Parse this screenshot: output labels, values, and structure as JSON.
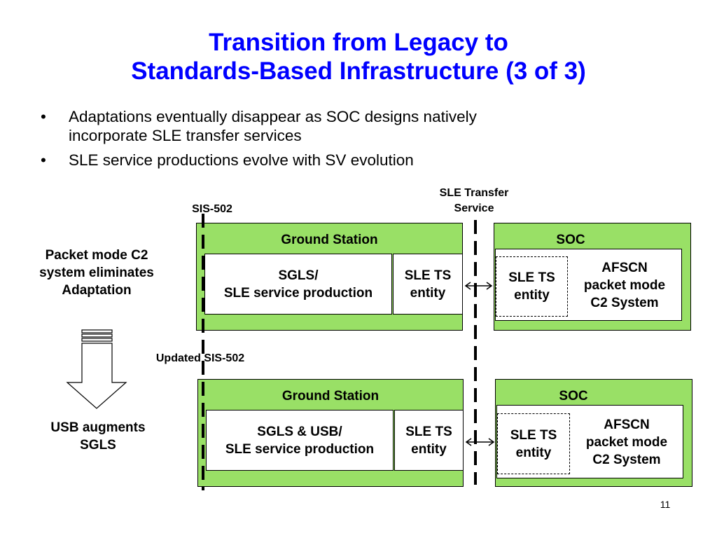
{
  "colors": {
    "title": "#0000ff",
    "panel_green": "#99e066",
    "box_white": "#ffffff"
  },
  "title": {
    "line1": "Transition from Legacy to",
    "line2": "Standards-Based Infrastructure (3 of 3)"
  },
  "bullets": [
    {
      "dot": "•",
      "text_line1": "Adaptations eventually disappear as SOC designs natively",
      "text_line2": "incorporate SLE transfer services"
    },
    {
      "dot": "•",
      "text_line1": "SLE service productions evolve with SV evolution",
      "text_line2": ""
    }
  ],
  "labels": {
    "sle_transfer_line1": "SLE Transfer",
    "sle_transfer_line2": "Service",
    "sis502": "SIS-502",
    "updated_sis502": "Updated SIS-502",
    "packet_mode_line1": "Packet mode C2",
    "packet_mode_line2": "system eliminates",
    "packet_mode_line3": "Adaptation",
    "usb_line1": "USB augments",
    "usb_line2": "SGLS"
  },
  "top_row": {
    "ground_station": "Ground Station",
    "production_line1": "SGLS/",
    "production_line2": "SLE service production",
    "sle_ts_line1": "SLE TS",
    "sle_ts_line2": "entity",
    "soc": "SOC",
    "soc_sle_ts_line1": "SLE TS",
    "soc_sle_ts_line2": "entity",
    "afscn_line1": "AFSCN",
    "afscn_line2": "packet mode",
    "afscn_line3": "C2 System"
  },
  "bottom_row": {
    "ground_station": "Ground Station",
    "production_line1": "SGLS & USB/",
    "production_line2": "SLE service production",
    "sle_ts_line1": "SLE TS",
    "sle_ts_line2": "entity",
    "soc": "SOC",
    "soc_sle_ts_line1": "SLE TS",
    "soc_sle_ts_line2": "entity",
    "afscn_line1": "AFSCN",
    "afscn_line2": "packet mode",
    "afscn_line3": "C2 System"
  },
  "page_number": "11"
}
